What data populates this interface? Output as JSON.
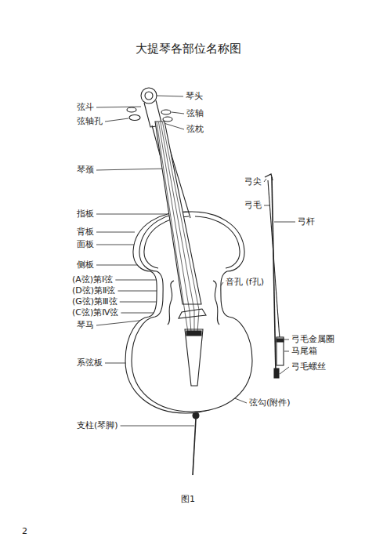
{
  "diagram": {
    "title": "大提琴各部位名称图",
    "caption": "图1",
    "labels": [
      "琴头",
      "弦斗",
      "弦轴",
      "弦轴孔",
      "弦枕",
      "琴颈",
      "弓尖",
      "弓毛",
      "弓杆",
      "指板",
      "背板",
      "面板",
      "侧板",
      "(A弦)第Ⅰ弦",
      "音孔 (f孔)",
      "(D弦)第Ⅱ弦",
      "(G弦)第Ⅲ弦",
      "(C弦)第Ⅳ弦",
      "琴马",
      "弓毛金属圈",
      "马尾箱",
      "弓毛螺丝",
      "系弦板",
      "弦勾(附件)",
      "支柱(琴脚)",
      "2"
    ]
  }
}
